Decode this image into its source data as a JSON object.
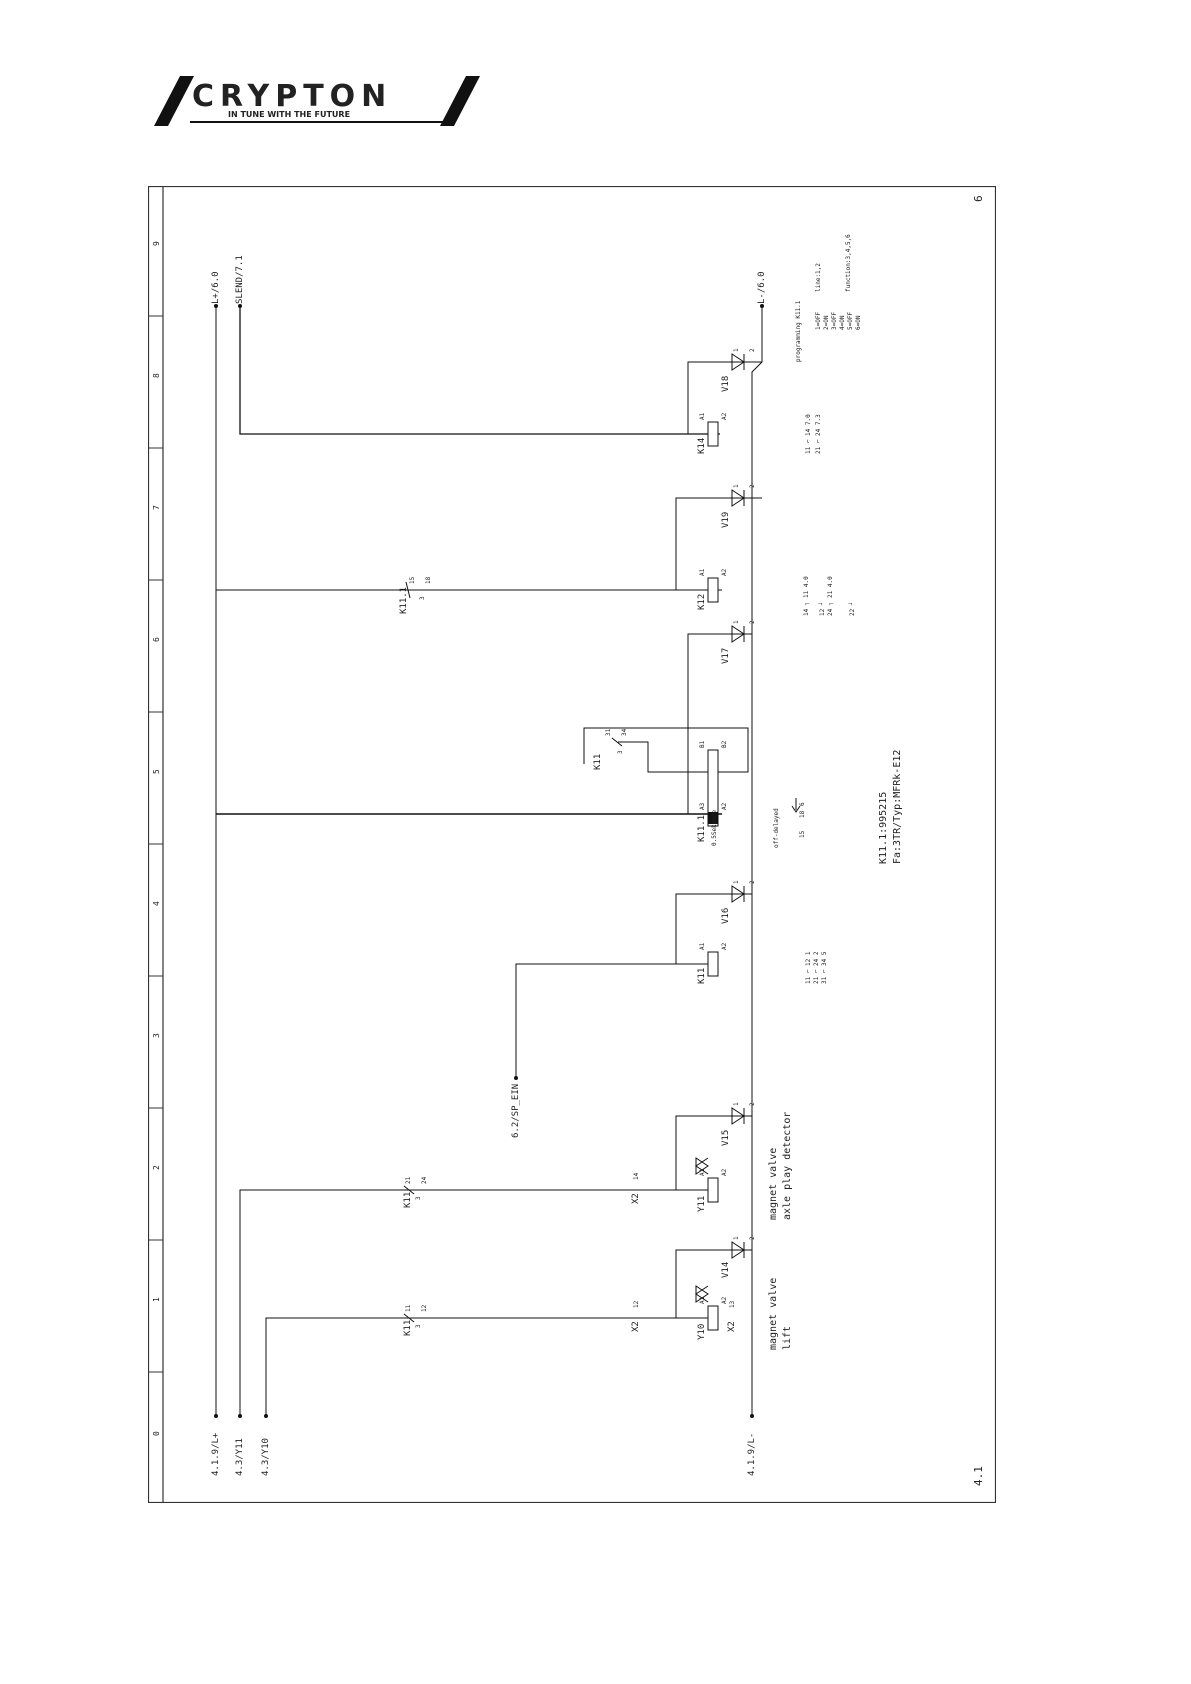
{
  "logo": {
    "brand": "CRYPTON",
    "tagline": "IN TUNE WITH THE FUTURE",
    "color": "#111111"
  },
  "sheet": {
    "page_number": "6",
    "sheet_ref": "4.1",
    "column_numbers": [
      "9",
      "8",
      "7",
      "6",
      "5",
      "4",
      "3",
      "2",
      "1",
      "0"
    ]
  },
  "rails": {
    "lplus_top": "L+/6.0",
    "slend_top": "SLEND/7.1",
    "lminus_top": "L-/6.0",
    "lplus_bottom": "4.1.9/L+",
    "y11_bottom": "4.3/Y11",
    "y10_bottom": "4.3/Y10",
    "lminus_bottom": "4.1.9/L-",
    "sp_ein": "6.2/SP_EIN"
  },
  "components": {
    "k14": "K14",
    "v18": "V18",
    "k12": "K12",
    "v19": "V19",
    "k11_1_switch": "K11.1",
    "k11_1_switch_a": "15",
    "k11_1_switch_b": "18",
    "k11_1_switch_c": "3",
    "v17": "V17",
    "k11_31": "K11",
    "k11_31_a": "31",
    "k11_31_b": "34",
    "k11_31_c": "3",
    "k11_1_timer": "K11.1",
    "timer_value": "0.5Sekunde",
    "k11_coil": "K11",
    "v16": "V16",
    "v15": "V15",
    "y11": "Y11",
    "x2_14": "X2",
    "x2_14_pin": "14",
    "k11_21": "K11",
    "k11_21_a": "21",
    "k11_21_b": "24",
    "k11_21_c": "3",
    "v14": "V14",
    "y10": "Y10",
    "x2_12": "X2",
    "x2_12_pin": "12",
    "x2_13": "X2",
    "x2_13_pin": "13",
    "k11_11": "K11",
    "k11_11_a": "11",
    "k11_11_b": "12",
    "k11_11_c": "3",
    "a1": "A1",
    "a2": "A2",
    "b1": "B1",
    "b2": "B2",
    "a3": "A3",
    "d1": "1",
    "d2": "2"
  },
  "notes": {
    "magnet_valve": "magnet valve",
    "lift": "lift",
    "axle_play": "axle play detector",
    "off_delayed": "off-delayed",
    "od_15": "15",
    "od_18": "18",
    "od_6": "6",
    "k11_spec": "K11.1:995215",
    "fa_typ": "Fa:3TR/Typ:MFRk-E12"
  },
  "ref_k14": [
    "11 ⌐ 14 7.0",
    "21 ⌐ 24 7.3"
  ],
  "ref_k12": [
    "14 ┐ 11 4.0",
    "12 ┘",
    "24 ┐ 21 4.0",
    "22 ┘"
  ],
  "ref_k11": [
    "11 ⌐ 12 1",
    "21 ⌐ 24 2",
    "31 ⌐ 34 5"
  ],
  "programming": {
    "title": "programming K11.1",
    "line": "line:1,2",
    "function": "function:3,4,5,6",
    "states": [
      "1=OFF",
      "2=ON",
      "3=OFF",
      "4=ON",
      "5=OFF",
      "6=ON"
    ]
  }
}
